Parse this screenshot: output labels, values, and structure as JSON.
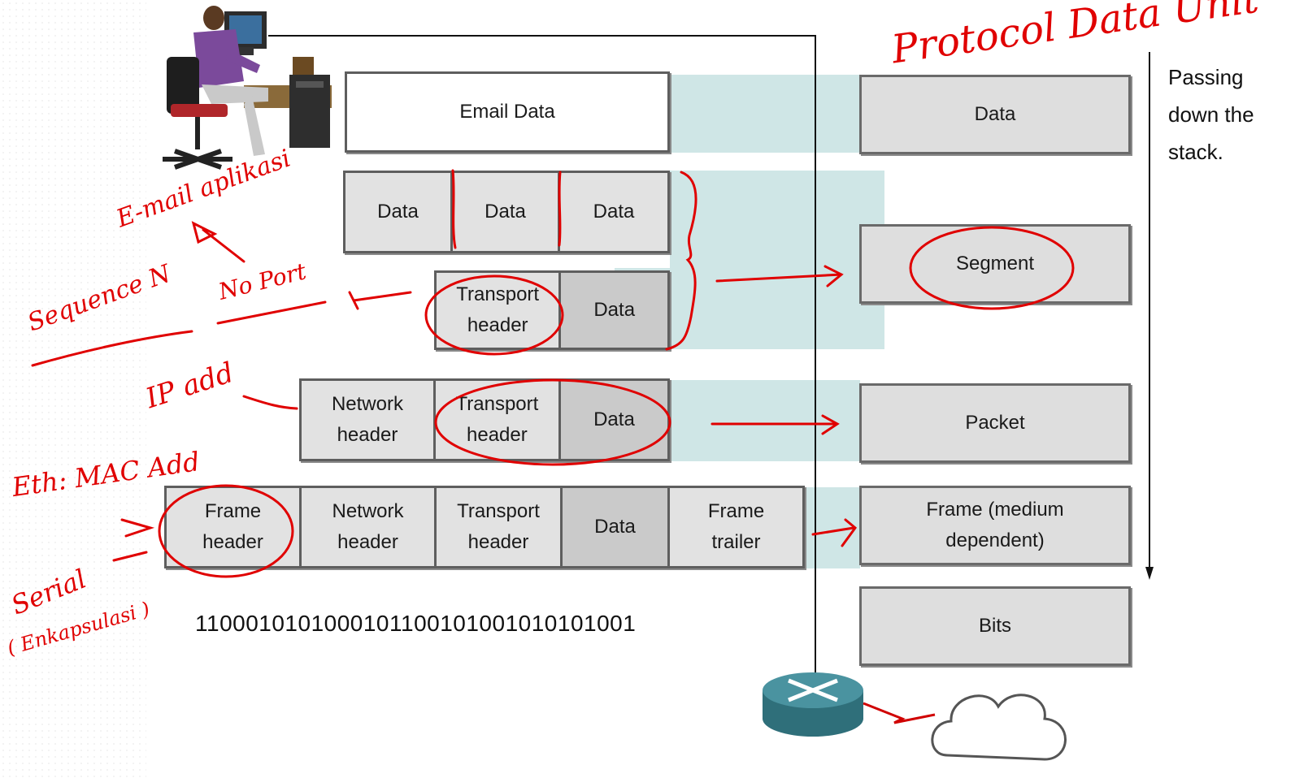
{
  "email_data": "Email Data",
  "segmentation": {
    "parts": [
      "Data",
      "Data",
      "Data"
    ]
  },
  "segment_row": {
    "transport_header": "Transport\nheader",
    "data": "Data"
  },
  "packet_row": {
    "network_header": "Network\nheader",
    "transport_header": "Transport\nheader",
    "data": "Data"
  },
  "frame_row": {
    "frame_header": "Frame\nheader",
    "network_header": "Network\nheader",
    "transport_header": "Transport\nheader",
    "data": "Data",
    "frame_trailer": "Frame\ntrailer"
  },
  "bits_stream": "1100010101000101100101001010101001",
  "pdu_column": [
    "Data",
    "Segment",
    "Packet",
    "Frame (medium\ndependent)",
    "Bits"
  ],
  "side_note": "Passing\ndown the\nstack.",
  "annotations": {
    "title": "Protocol Data Unit",
    "email_app": "E-mail aplikasi",
    "sequence": "Sequence N",
    "port": "No Port",
    "ip": "IP add",
    "eth": "Eth: MAC Add",
    "serial": "Serial",
    "encapsulation": "( Enkapsulasi )"
  },
  "colors": {
    "band": "#cfe6e6",
    "ink": "#e00000",
    "box_gray": "#dedede"
  }
}
